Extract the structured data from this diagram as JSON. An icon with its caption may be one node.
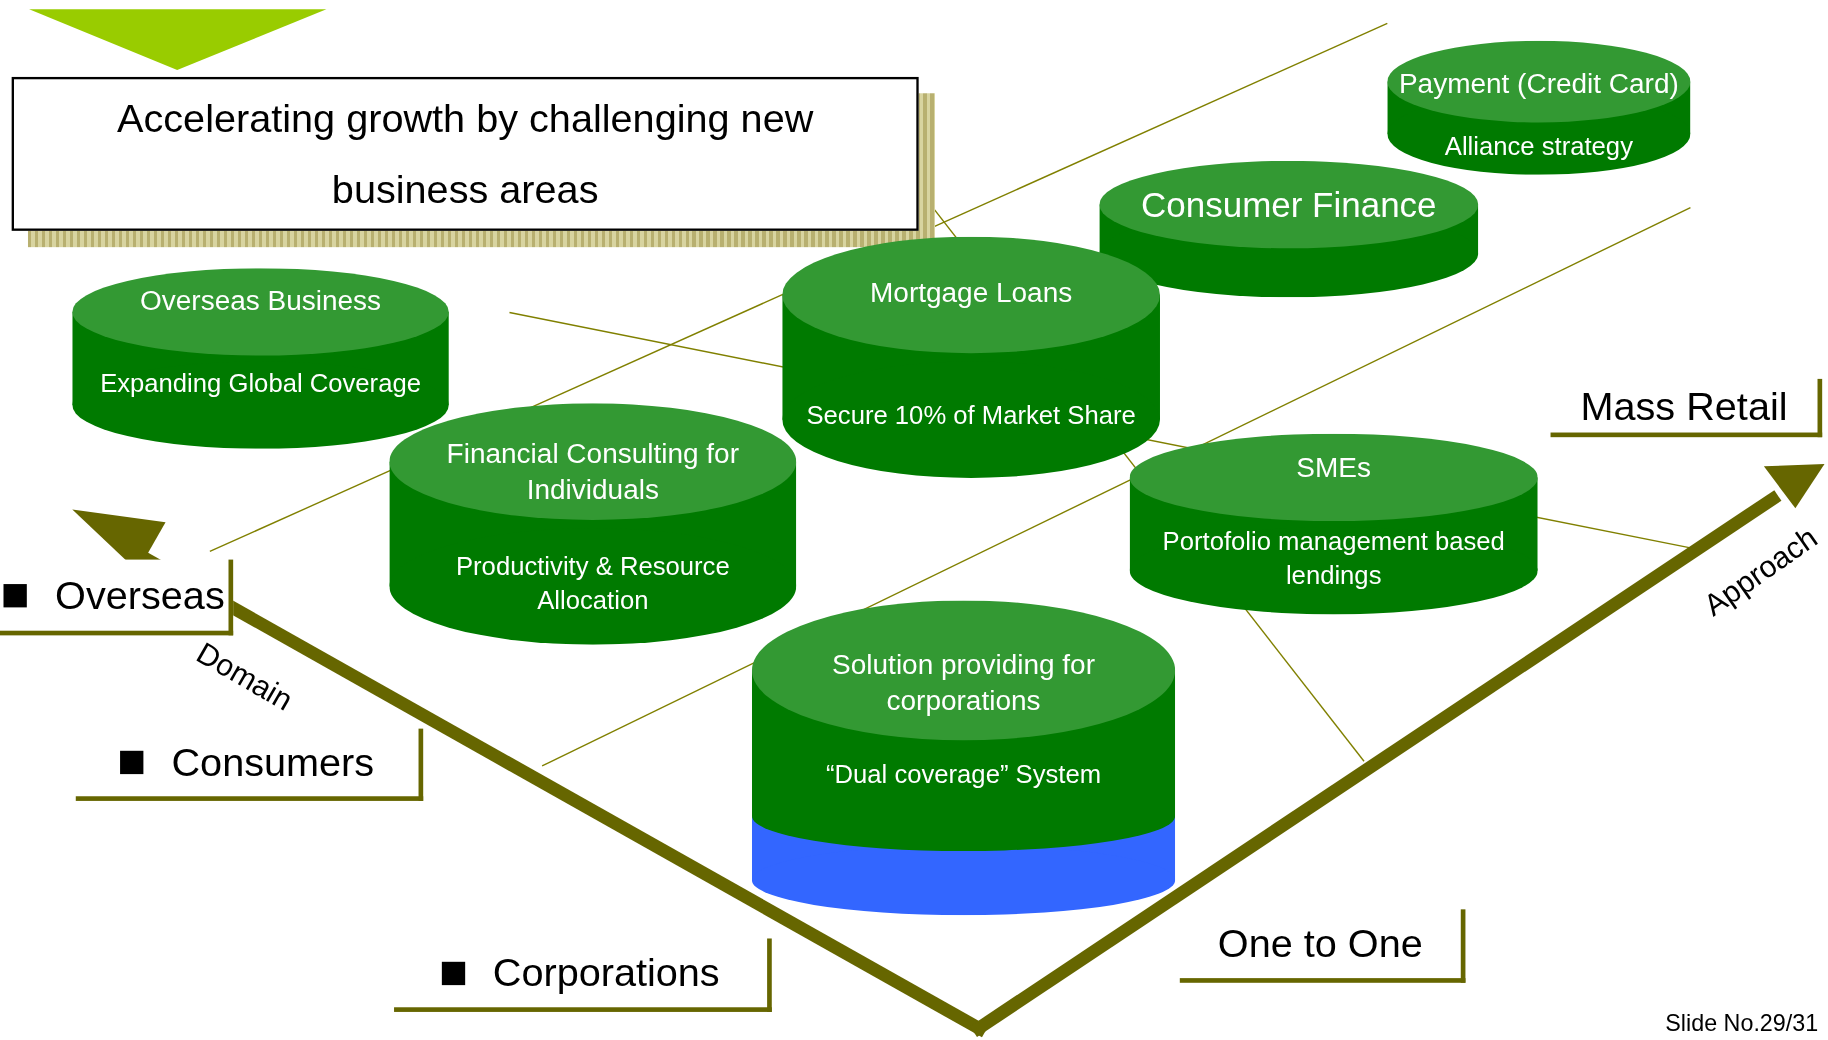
{
  "diagram": {
    "title": "Accelerating growth by challenging new business areas",
    "nodes": [
      {
        "text": [
          "Payment (Credit Card)",
          "Alliance strategy"
        ]
      },
      {
        "text": [
          "Consumer Finance"
        ]
      },
      {
        "text": [
          "Overseas Business",
          "Expanding Global Coverage"
        ]
      },
      {
        "text": [
          "Mortgage Loans",
          "Secure 10% of Market Share"
        ]
      },
      {
        "text": [
          "Financial Consulting for Individuals",
          "Productivity & Resource Allocation"
        ]
      },
      {
        "text": [
          "SMEs",
          "Portofolio management based lendings"
        ]
      },
      {
        "text": [
          "Solution providing for corporations",
          "“Dual coverage” System"
        ]
      },
      {
        "text": [],
        "shape": "cylinder"
      }
    ],
    "labels": [
      "Mass Retail",
      "Overseas",
      "Approach",
      "Domain",
      "Consumers",
      "One to One",
      "Corporations",
      "Slide No.29/31"
    ]
  }
}
